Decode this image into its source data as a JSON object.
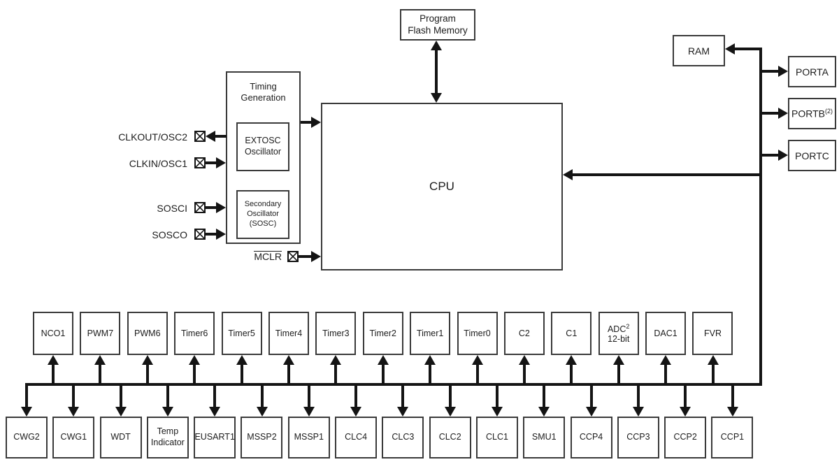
{
  "program_flash": {
    "label": "Program\nFlash Memory"
  },
  "cpu": {
    "label": "CPU"
  },
  "ram": {
    "label": "RAM"
  },
  "timing": {
    "title": "Timing\nGeneration",
    "extosc": "EXTOSC\nOscillator",
    "sosc": "Secondary\nOscillator\n(SOSC)"
  },
  "pins": {
    "clkout": "CLKOUT/OSC2",
    "clkin": "CLKIN/OSC1",
    "sosci": "SOSCI",
    "sosco": "SOSCO",
    "mclr": "MCLR"
  },
  "ports": {
    "porta": "PORTA",
    "portb": "PORTB",
    "portb_note": "(2)",
    "portc": "PORTC"
  },
  "peripherals": {
    "row1": [
      "NCO1",
      "PWM7",
      "PWM6",
      "Timer6",
      "Timer5",
      "Timer4",
      "Timer3",
      "Timer2",
      "Timer1",
      "Timer0",
      "C2",
      "C1"
    ],
    "adc": {
      "name": "ADC",
      "sup": "2",
      "size": "12-bit"
    },
    "row1_tail": [
      "DAC1",
      "FVR"
    ],
    "row2": [
      "CWG2",
      "CWG1",
      "WDT",
      "Temp\nIndicator",
      "EUSART1",
      "MSSP2",
      "MSSP1",
      "CLC4",
      "CLC3",
      "CLC2",
      "CLC1",
      "SMU1",
      "CCP4",
      "CCP3",
      "CCP2",
      "CCP1"
    ]
  },
  "colors": {
    "line": "#141414",
    "box_border": "#3a3a3a",
    "background": "#ffffff",
    "text": "#1c1c1c"
  }
}
